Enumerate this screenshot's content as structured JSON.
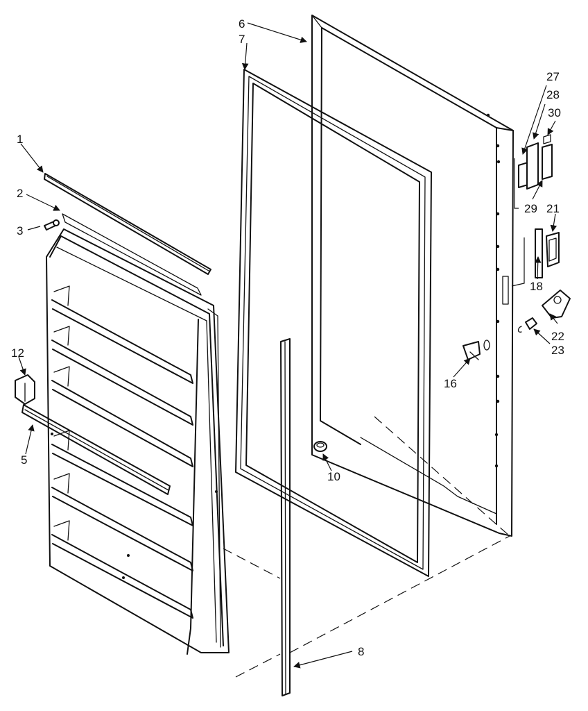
{
  "diagram": {
    "callouts": {
      "c1": "1",
      "c2": "2",
      "c3": "3",
      "c5": "5",
      "c6": "6",
      "c7": "7",
      "c8": "8",
      "c10": "10",
      "c12": "12",
      "c16": "16",
      "c18": "18",
      "c21": "21",
      "c22": "22",
      "c23": "23",
      "c27": "27",
      "c28": "28",
      "c29": "29",
      "c30": "30"
    }
  }
}
